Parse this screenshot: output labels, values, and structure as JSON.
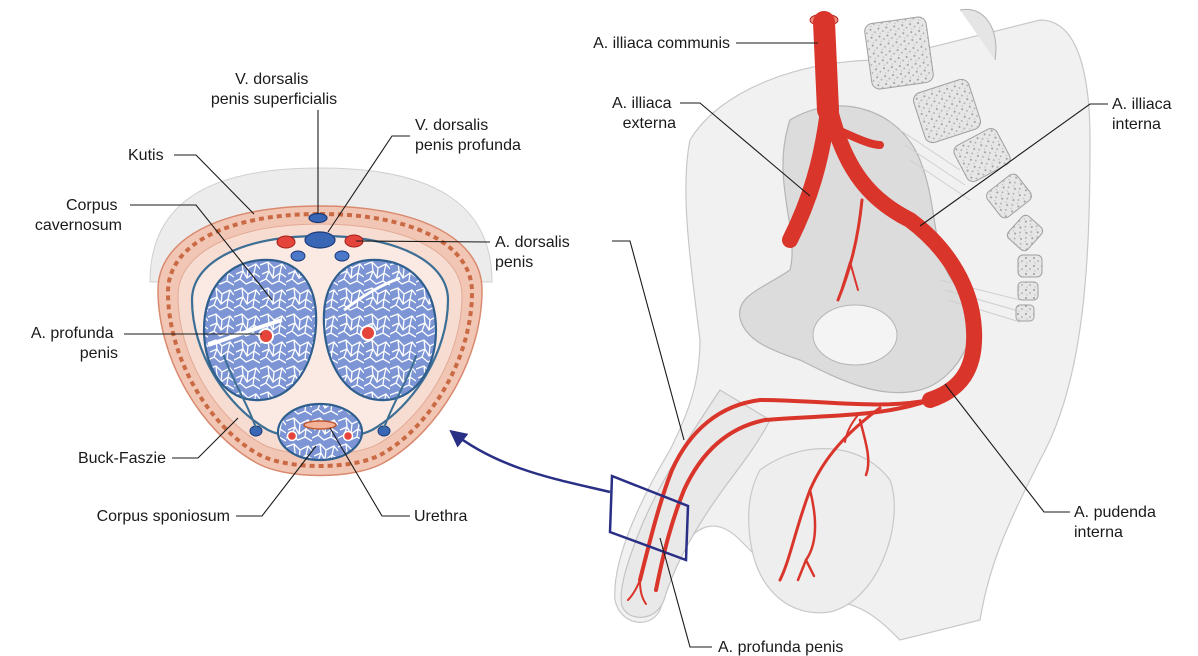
{
  "labels": {
    "v_dorsalis_superficialis": [
      "V. dorsalis",
      "penis superficialis"
    ],
    "v_dorsalis_profunda": [
      "V. dorsalis",
      "penis profunda"
    ],
    "kutis": "Kutis",
    "corpus_cavernosum": [
      "Corpus",
      "cavernosum"
    ],
    "a_profunda_penis_left": [
      "A. profunda",
      "penis"
    ],
    "a_dorsalis_penis": [
      "A. dorsalis",
      "penis"
    ],
    "buck_faszie": "Buck-Faszie",
    "corpus_sponiosum": "Corpus sponiosum",
    "urethra": "Urethra",
    "a_illiaca_communis": "A. illiaca communis",
    "a_illiaca_externa": [
      "A. illiaca",
      "externa"
    ],
    "a_illiaca_interna": [
      "A. illiaca",
      "interna"
    ],
    "a_pudenda_interna": [
      "A. pudenda",
      "interna"
    ],
    "a_profunda_penis_bottom": "A. profunda penis"
  },
  "colors": {
    "artery": "#d9352b",
    "vein_blue": "#3a67b5",
    "navy_arrow": "#2a2f86",
    "skin": "#f3c9b8",
    "tissue_gray": "#efefef"
  }
}
